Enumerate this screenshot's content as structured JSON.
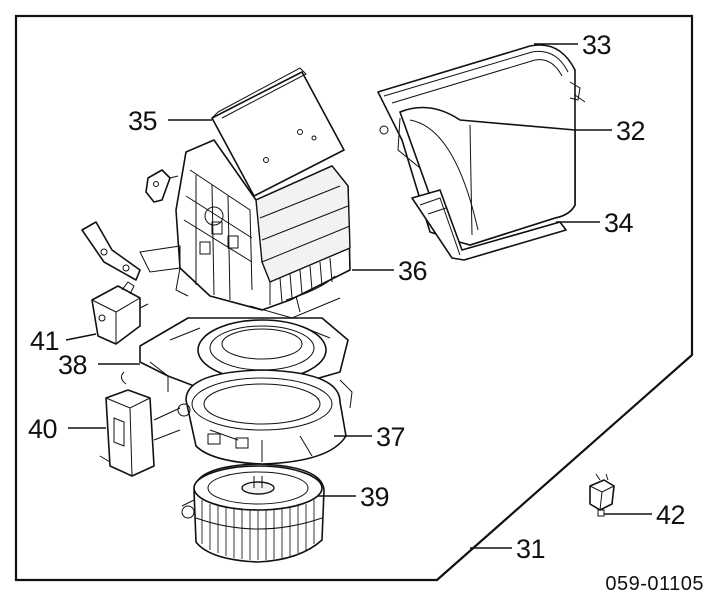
{
  "labels": {
    "l31": "31",
    "l32": "32",
    "l33": "33",
    "l34": "34",
    "l35": "35",
    "l36": "36",
    "l37": "37",
    "l38": "38",
    "l39": "39",
    "l40": "40",
    "l41": "41",
    "l42": "42"
  },
  "diagram_code": "059-01105"
}
